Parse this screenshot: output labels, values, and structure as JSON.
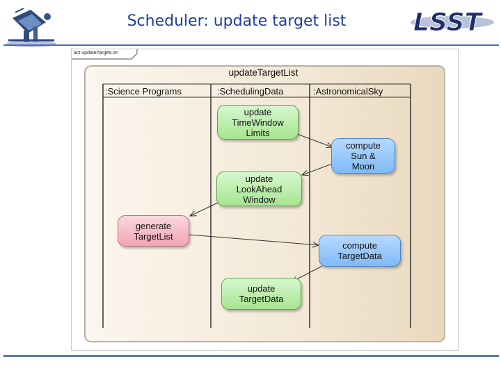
{
  "slide": {
    "title": "Scheduler: update target list"
  },
  "logos": {
    "left": {
      "icon": "telescope-logo"
    },
    "right": {
      "icon": "lsst-logo",
      "text": "LSST"
    }
  },
  "diagram": {
    "frame_label": "act updateTargetList",
    "title": "updateTargetList",
    "lanes": [
      ":Science Programs",
      ":SchedulingData",
      ":AstronomicalSky"
    ],
    "nodes": {
      "update_time_window": "update\nTimeWindow\nLimits",
      "compute_sun_moon": "compute\nSun &\nMoon",
      "update_lookahead": "update\nLookAhead\nWindow",
      "generate_target_list": "generate\nTargetList",
      "compute_target_data": "compute\nTargetData",
      "update_target_data": "update\nTargetData"
    },
    "colors": {
      "scheduling_nodes": "#a6e58f",
      "sky_nodes": "#7fbaf6",
      "science_nodes": "#f1a5b5",
      "title_text": "#1f3f9c"
    }
  }
}
